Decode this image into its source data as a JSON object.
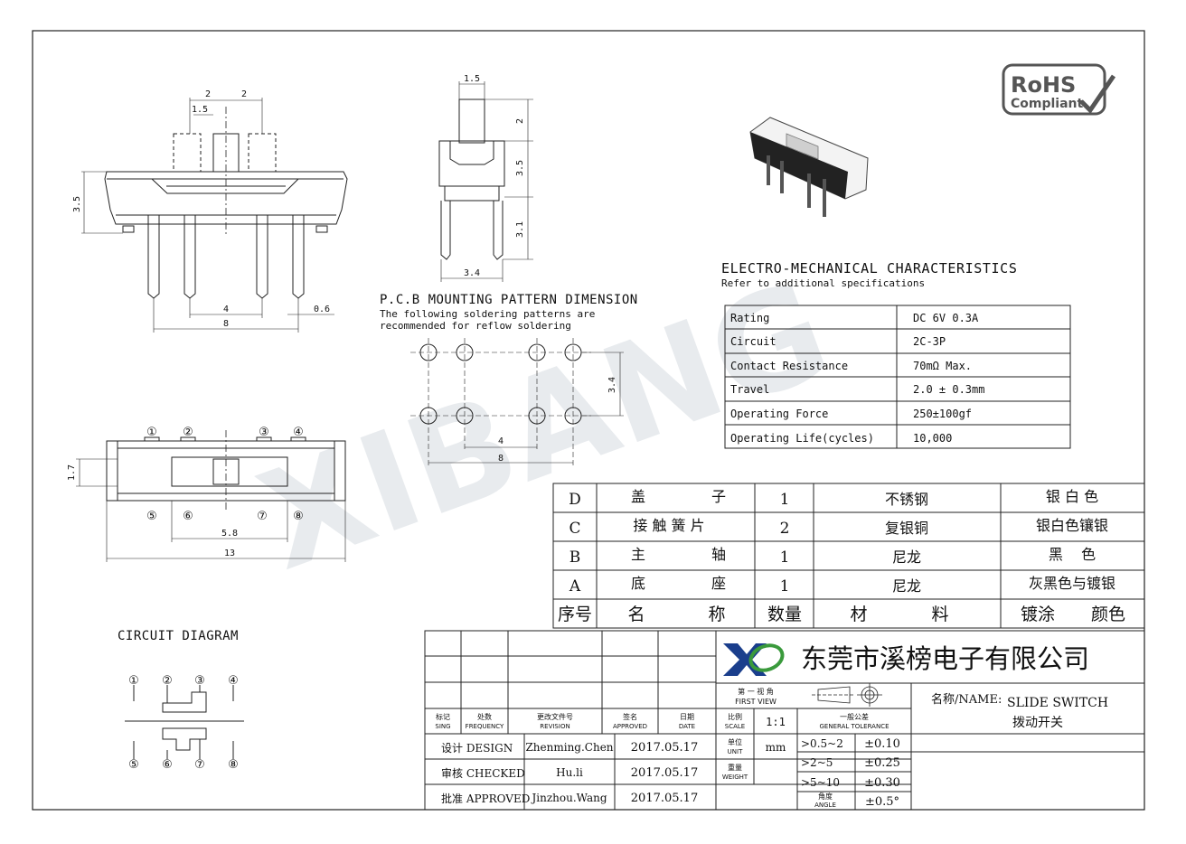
{
  "dims": {
    "front_top": [
      "2",
      "2",
      "1.5"
    ],
    "front_height": "3.5",
    "front_pitch": "4",
    "front_span": "8",
    "front_pin": "0.6",
    "side_top": "1.5",
    "side_a": "2",
    "side_b": "3.5",
    "side_c": "3.1",
    "side_width": "3.4",
    "pcb_height": "3.4",
    "pcb_pitch": "4",
    "pcb_span": "8",
    "top_height": "1.7",
    "top_slot": "5.8",
    "top_length": "13"
  },
  "pcb": {
    "title": "P.C.B MOUNTING PATTERN DIMENSION",
    "note1": "The following soldering patterns are",
    "note2": "recommended for reflow soldering"
  },
  "pins_top": [
    "①",
    "②",
    "③",
    "④"
  ],
  "pins_bottom": [
    "⑤",
    "⑥",
    "⑦",
    "⑧"
  ],
  "circuit": {
    "title": "CIRCUIT DIAGRAM",
    "pins_top": [
      "①",
      "②",
      "③",
      "④"
    ],
    "pins_bottom": [
      "⑤",
      "⑥",
      "⑦",
      "⑧"
    ]
  },
  "rohs": {
    "line1": "RoHS",
    "line2": "Compliant"
  },
  "watermark": "XIBANG",
  "specs": {
    "title": "ELECTRO-MECHANICAL CHARACTERISTICS",
    "subtitle": "Refer to additional specifications",
    "rows": [
      {
        "label": "Rating",
        "value": "DC 6V 0.3A"
      },
      {
        "label": "Circuit",
        "value": "2C-3P"
      },
      {
        "label": "Contact Resistance",
        "value": "70mΩ Max."
      },
      {
        "label": "Travel",
        "value": "2.0 ± 0.3mm"
      },
      {
        "label": "Operating Force",
        "value": "250±100gf"
      },
      {
        "label": "Operating Life(cycles)",
        "value": "10,000"
      }
    ]
  },
  "bom": {
    "rows": [
      {
        "id": "D",
        "name": [
          "盖",
          "子"
        ],
        "qty": "1",
        "material": "不锈钢",
        "finish": "银 白 色"
      },
      {
        "id": "C",
        "name": [
          "接 触 簧 片"
        ],
        "qty": "2",
        "material": "复银铜",
        "finish": "银白色镶银"
      },
      {
        "id": "B",
        "name": [
          "主",
          "轴"
        ],
        "qty": "1",
        "material": "尼龙",
        "finish": "黑    色"
      },
      {
        "id": "A",
        "name": [
          "底",
          "座"
        ],
        "qty": "1",
        "material": "尼龙",
        "finish": "灰黑色与镀银"
      }
    ],
    "header": {
      "id": "序号",
      "name": [
        "名",
        "称"
      ],
      "qty": "数量",
      "material": [
        "材",
        "料"
      ],
      "finish": [
        "镀涂",
        "颜色"
      ]
    }
  },
  "titleblock": {
    "company": "东莞市溪榜电子有限公司",
    "rev_headers": [
      {
        "cn": "标记",
        "en": "SING"
      },
      {
        "cn": "处数",
        "en": "FREQUENCY"
      },
      {
        "cn": "更改文件号",
        "en": "REVISION"
      },
      {
        "cn": "签名",
        "en": "APPROVED"
      },
      {
        "cn": "日期",
        "en": "DATE"
      }
    ],
    "view_cn": "第 一 视 角",
    "view_en": "FIRST VIEW",
    "scale_cn": "比例",
    "scale_en": "SCALE",
    "scale": "1:1",
    "tol_cn": "一般公差",
    "tol_en": "GENERAL TOLERANCE",
    "name_label": "名称/NAME:",
    "name_en": "SLIDE SWITCH",
    "name_cn": "拨动开关",
    "unit_cn": "单位",
    "unit_en": "UNIT",
    "unit": "mm",
    "weight_cn": "重量",
    "weight_en": "WEIGHT",
    "signoffs": [
      {
        "role": "设计 DESIGN",
        "name": "Zhenming.Chen",
        "date": "2017.05.17"
      },
      {
        "role": "审核 CHECKED",
        "name": "Hu.li",
        "date": "2017.05.17"
      },
      {
        "role": "批准 APPROVED",
        "name": "Jinzhou.Wang",
        "date": "2017.05.17"
      }
    ],
    "tolerances": [
      {
        "range": ">0.5~2",
        "tol": "±0.10"
      },
      {
        "range": ">2~5",
        "tol": "±0.25"
      },
      {
        "range": ">5~10",
        "tol": "±0.30"
      },
      {
        "range_cn": "角度",
        "range_en": "ANGLE",
        "tol": "±0.5°"
      }
    ]
  }
}
